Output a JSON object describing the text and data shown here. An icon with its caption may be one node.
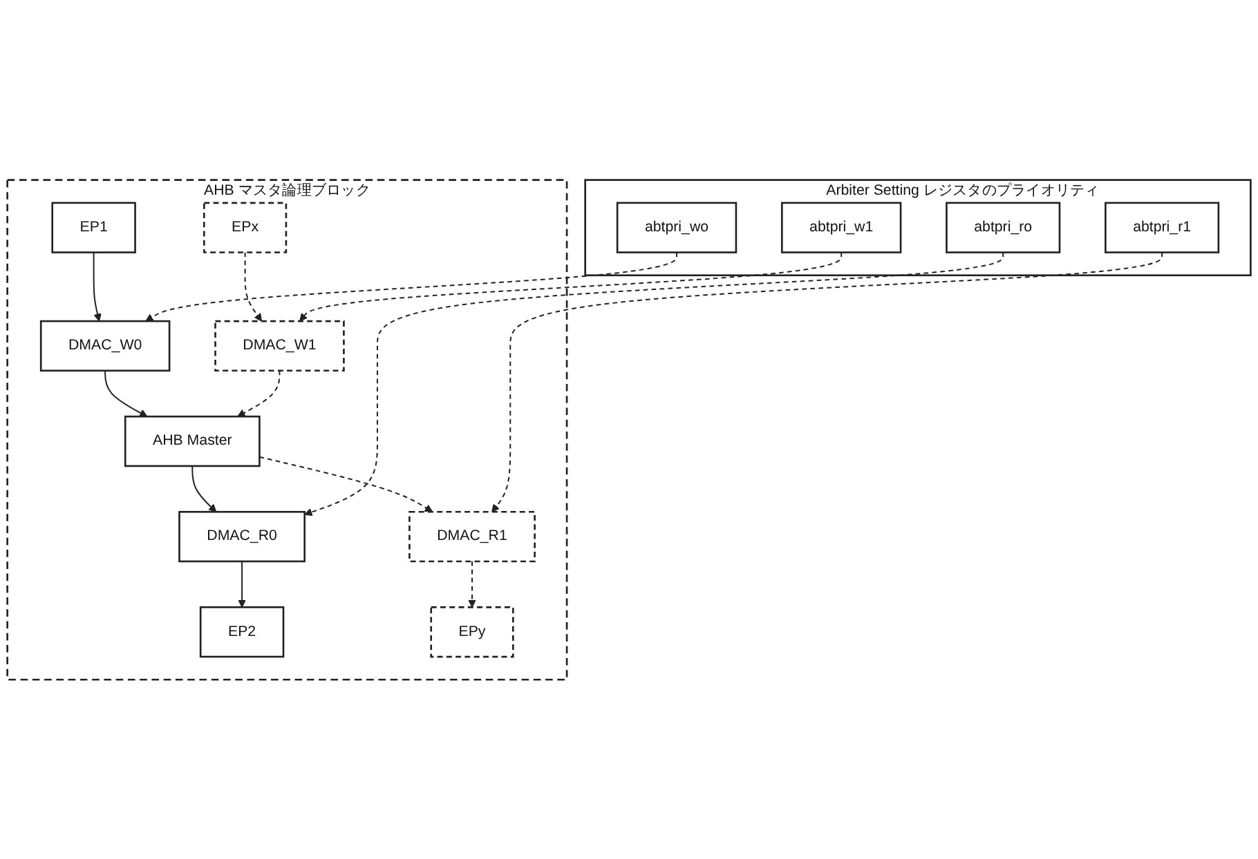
{
  "diagram": {
    "nodes": [
      {
        "text": [
          "AHB マスタ論理ブロック"
        ]
      },
      {
        "text": [
          "AHB  Master"
        ],
        "in": 0
      },
      {
        "text": [
          "DMAC_W0"
        ],
        "in": 0
      },
      {
        "text": [
          "DMAC_W1"
        ],
        "in": 0
      },
      {
        "text": [
          "DMAC_R0"
        ],
        "in": 0
      },
      {
        "text": [
          "DMAC_R1"
        ],
        "in": 0
      },
      {
        "text": [
          "EP1"
        ],
        "in": 0
      },
      {
        "text": [
          "EPx"
        ],
        "in": 0
      },
      {
        "text": [
          "EP2"
        ],
        "in": 0
      },
      {
        "text": [
          "EPy"
        ],
        "in": 0
      },
      {
        "text": [
          "Arbiter Setting レジスタのプライオリティ"
        ]
      },
      {
        "text": [
          "abtpri_wo"
        ],
        "in": 10
      },
      {
        "text": [
          "abtpri_w1"
        ],
        "in": 10
      },
      {
        "text": [
          "abtpri_ro"
        ],
        "in": 10
      },
      {
        "text": [
          "abtpri_r1"
        ],
        "in": 10
      }
    ],
    "edges": [
      {
        "from": 2,
        "to": 1,
        "arrow": "to"
      },
      {
        "from": 3,
        "to": 1,
        "arrow": "to",
        "style": "dashed"
      },
      {
        "from": 1,
        "to": 4,
        "arrow": "to"
      },
      {
        "from": 1,
        "to": 5,
        "arrow": "to",
        "style": "dashed"
      },
      {
        "from": 6,
        "to": 2,
        "arrow": "to"
      },
      {
        "from": 7,
        "to": 3,
        "arrow": "to",
        "style": "dashed"
      },
      {
        "from": 4,
        "to": 8,
        "arrow": "to"
      },
      {
        "from": 5,
        "to": 9,
        "arrow": "to",
        "style": "dashed"
      },
      {
        "from": 11,
        "to": 2,
        "arrow": "to",
        "style": "dashed"
      },
      {
        "from": 12,
        "to": 3,
        "arrow": "to",
        "style": "dashed"
      },
      {
        "from": 13,
        "to": 4,
        "arrow": "to",
        "style": "dashed"
      },
      {
        "from": 14,
        "to": 5,
        "arrow": "to",
        "style": "dashed"
      }
    ]
  }
}
